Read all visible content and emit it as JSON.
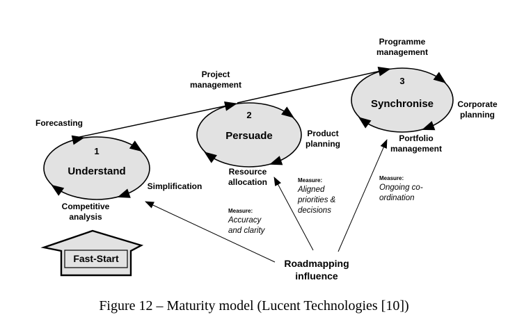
{
  "caption": "Figure 12 – Maturity model (Lucent Technologies [10])",
  "fast_start_label": "Fast-Start",
  "roadmapping_label": "Roadmapping influence",
  "stages": [
    {
      "number": "1",
      "name": "Understand",
      "activity_top": "Forecasting",
      "activity_right": "Simplification",
      "activity_bottom": "Competitive analysis"
    },
    {
      "number": "2",
      "name": "Persuade",
      "activity_top": "Project management",
      "activity_right": "Product planning",
      "activity_bottom": "Resource allocation"
    },
    {
      "number": "3",
      "name": "Synchronise",
      "activity_top": "Programme management",
      "activity_right": "Corporate planning",
      "activity_bottom": "Portfolio management"
    }
  ],
  "measures": [
    {
      "heading": "Measure:",
      "text": "Accuracy and clarity"
    },
    {
      "heading": "Measure:",
      "text": "Aligned priorities & decisions"
    },
    {
      "heading": "Measure:",
      "text": "Ongoing co-ordination"
    }
  ],
  "colors": {
    "shape_fill": "#e2e2e2",
    "line": "#000000"
  }
}
